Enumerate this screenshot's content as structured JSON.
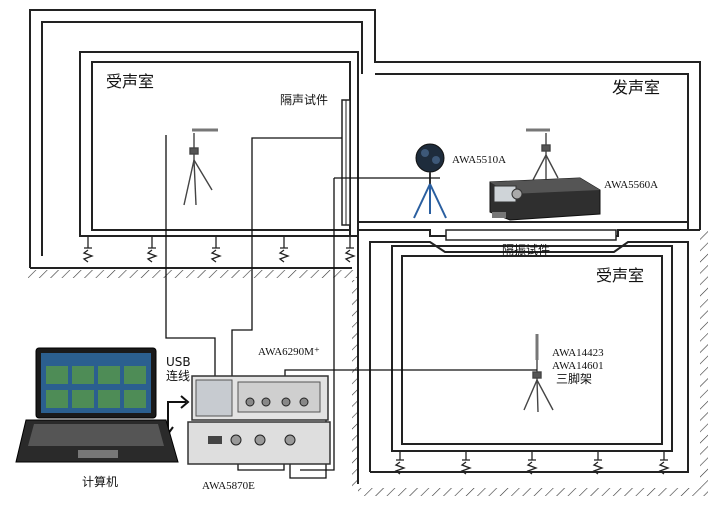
{
  "rooms": {
    "receive_upper": "受声室",
    "source_room": "发声室",
    "receive_lower": "受声室"
  },
  "specimens": {
    "sound_insulation": "隔声试件",
    "vibration_isolation": "隔振试件"
  },
  "devices": {
    "speaker": "AWA5510A",
    "tapping_machine": "AWA5560A",
    "analyzer": "AWA6290M⁺",
    "mic_line1": "AWA14423",
    "mic_line2": "AWA14601",
    "tripod": "三脚架",
    "amplifier": "AWA5870E"
  },
  "computer": {
    "label": "计算机",
    "usb_line1": "USB",
    "usb_line2": "连线"
  },
  "colors": {
    "wall": "#222222",
    "ground_hatch": "#333333",
    "device_panel": "#d9d9d9",
    "laptop_screen": "#2b5f8f"
  }
}
